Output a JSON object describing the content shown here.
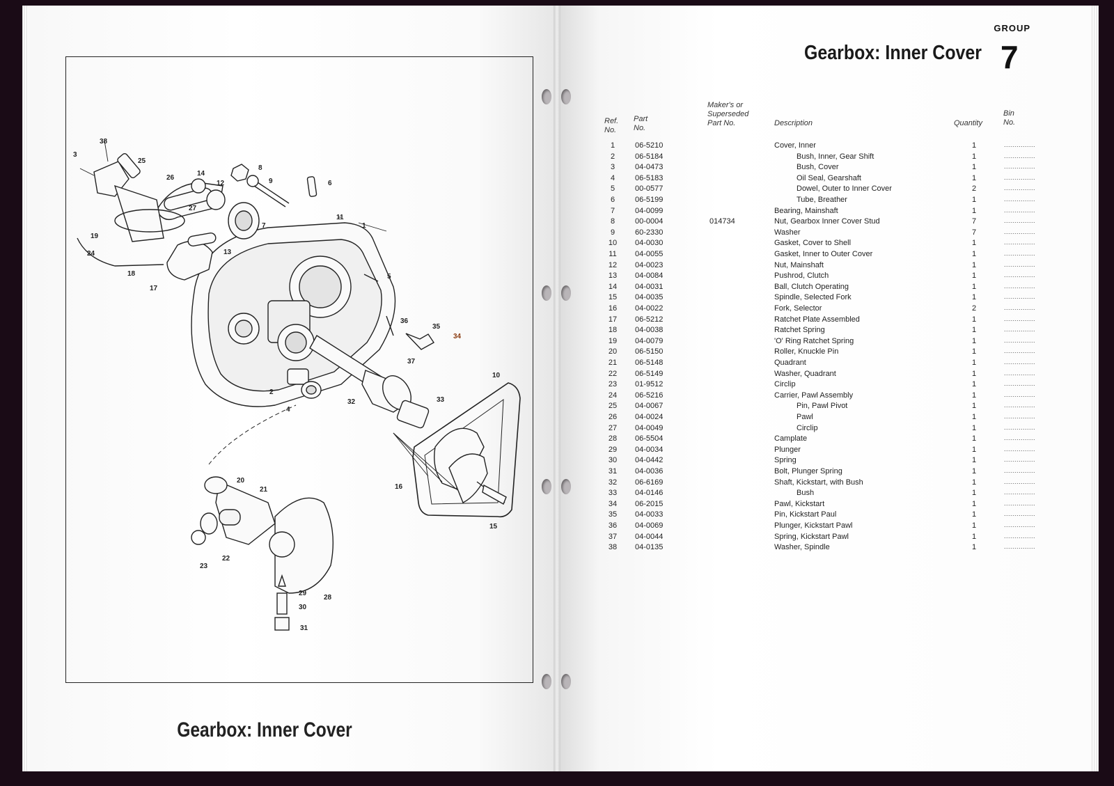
{
  "left_page": {
    "title": "Gearbox: Inner Cover",
    "callouts": [
      "1",
      "2",
      "3",
      "4",
      "5",
      "6",
      "7",
      "8",
      "9",
      "10",
      "11",
      "12",
      "13",
      "14",
      "15",
      "16",
      "17",
      "18",
      "19",
      "20",
      "21",
      "22",
      "23",
      "24",
      "25",
      "26",
      "27",
      "28",
      "29",
      "30",
      "31",
      "32",
      "33",
      "34",
      "35",
      "36",
      "37",
      "38"
    ]
  },
  "right_page": {
    "group_label": "GROUP",
    "group_number": "7",
    "title": "Gearbox: Inner Cover",
    "headers": {
      "ref": "Ref.\nNo.",
      "part": "Part\nNo.",
      "maker": "Maker's or\nSuperseded\nPart No.",
      "description": "Description",
      "quantity": "Quantity",
      "bin": "Bin\nNo."
    },
    "bin_placeholder": "...............",
    "rows": [
      {
        "ref": "1",
        "part": "06-5210",
        "maker": "",
        "description": "Cover, Inner",
        "indent": 0,
        "qty": "1"
      },
      {
        "ref": "2",
        "part": "06-5184",
        "maker": "",
        "description": "Bush, Inner, Gear Shift",
        "indent": 1,
        "qty": "1"
      },
      {
        "ref": "3",
        "part": "04-0473",
        "maker": "",
        "description": "Bush, Cover",
        "indent": 1,
        "qty": "1"
      },
      {
        "ref": "4",
        "part": "06-5183",
        "maker": "",
        "description": "Oil Seal, Gearshaft",
        "indent": 1,
        "qty": "1"
      },
      {
        "ref": "5",
        "part": "00-0577",
        "maker": "",
        "description": "Dowel, Outer to Inner Cover",
        "indent": 1,
        "qty": "2"
      },
      {
        "ref": "6",
        "part": "06-5199",
        "maker": "",
        "description": "Tube, Breather",
        "indent": 1,
        "qty": "1"
      },
      {
        "ref": "7",
        "part": "04-0099",
        "maker": "",
        "description": "Bearing, Mainshaft",
        "indent": 0,
        "qty": "1"
      },
      {
        "ref": "8",
        "part": "00-0004",
        "maker": "014734",
        "description": "Nut, Gearbox Inner Cover Stud",
        "indent": 0,
        "qty": "7"
      },
      {
        "ref": "9",
        "part": "60-2330",
        "maker": "",
        "description": "Washer",
        "indent": 0,
        "qty": "7"
      },
      {
        "ref": "10",
        "part": "04-0030",
        "maker": "",
        "description": "Gasket, Cover to Shell",
        "indent": 0,
        "qty": "1"
      },
      {
        "ref": "11",
        "part": "04-0055",
        "maker": "",
        "description": "Gasket, Inner to Outer Cover",
        "indent": 0,
        "qty": "1"
      },
      {
        "ref": "12",
        "part": "04-0023",
        "maker": "",
        "description": "Nut, Mainshaft",
        "indent": 0,
        "qty": "1"
      },
      {
        "ref": "13",
        "part": "04-0084",
        "maker": "",
        "description": "Pushrod, Clutch",
        "indent": 0,
        "qty": "1"
      },
      {
        "ref": "14",
        "part": "04-0031",
        "maker": "",
        "description": "Ball, Clutch Operating",
        "indent": 0,
        "qty": "1"
      },
      {
        "ref": "15",
        "part": "04-0035",
        "maker": "",
        "description": "Spindle, Selected Fork",
        "indent": 0,
        "qty": "1"
      },
      {
        "ref": "16",
        "part": "04-0022",
        "maker": "",
        "description": "Fork, Selector",
        "indent": 0,
        "qty": "2"
      },
      {
        "ref": "17",
        "part": "06-5212",
        "maker": "",
        "description": "Ratchet Plate Assembled",
        "indent": 0,
        "qty": "1"
      },
      {
        "ref": "18",
        "part": "04-0038",
        "maker": "",
        "description": "Ratchet Spring",
        "indent": 0,
        "qty": "1"
      },
      {
        "ref": "19",
        "part": "04-0079",
        "maker": "",
        "description": "'O' Ring Ratchet Spring",
        "indent": 0,
        "qty": "1"
      },
      {
        "ref": "20",
        "part": "06-5150",
        "maker": "",
        "description": "Roller, Knuckle Pin",
        "indent": 0,
        "qty": "1"
      },
      {
        "ref": "21",
        "part": "06-5148",
        "maker": "",
        "description": "Quadrant",
        "indent": 0,
        "qty": "1"
      },
      {
        "ref": "22",
        "part": "06-5149",
        "maker": "",
        "description": "Washer, Quadrant",
        "indent": 0,
        "qty": "1"
      },
      {
        "ref": "23",
        "part": "01-9512",
        "maker": "",
        "description": "Circlip",
        "indent": 0,
        "qty": "1"
      },
      {
        "ref": "24",
        "part": "06-5216",
        "maker": "",
        "description": "Carrier, Pawl Assembly",
        "indent": 0,
        "qty": "1"
      },
      {
        "ref": "25",
        "part": "04-0067",
        "maker": "",
        "description": "Pin, Pawl Pivot",
        "indent": 1,
        "qty": "1"
      },
      {
        "ref": "26",
        "part": "04-0024",
        "maker": "",
        "description": "Pawl",
        "indent": 1,
        "qty": "1"
      },
      {
        "ref": "27",
        "part": "04-0049",
        "maker": "",
        "description": "Circlip",
        "indent": 1,
        "qty": "1"
      },
      {
        "ref": "28",
        "part": "06-5504",
        "maker": "",
        "description": "Camplate",
        "indent": 0,
        "qty": "1"
      },
      {
        "ref": "29",
        "part": "04-0034",
        "maker": "",
        "description": "Plunger",
        "indent": 0,
        "qty": "1"
      },
      {
        "ref": "30",
        "part": "04-0442",
        "maker": "",
        "description": "Spring",
        "indent": 0,
        "qty": "1"
      },
      {
        "ref": "31",
        "part": "04-0036",
        "maker": "",
        "description": "Bolt, Plunger Spring",
        "indent": 0,
        "qty": "1"
      },
      {
        "ref": "32",
        "part": "06-6169",
        "maker": "",
        "description": "Shaft, Kickstart, with Bush",
        "indent": 0,
        "qty": "1"
      },
      {
        "ref": "33",
        "part": "04-0146",
        "maker": "",
        "description": "Bush",
        "indent": 1,
        "qty": "1"
      },
      {
        "ref": "34",
        "part": "06-2015",
        "maker": "",
        "description": "Pawl, Kickstart",
        "indent": 0,
        "qty": "1"
      },
      {
        "ref": "35",
        "part": "04-0033",
        "maker": "",
        "description": "Pin, Kickstart Paul",
        "indent": 0,
        "qty": "1"
      },
      {
        "ref": "36",
        "part": "04-0069",
        "maker": "",
        "description": "Plunger, Kickstart Pawl",
        "indent": 0,
        "qty": "1"
      },
      {
        "ref": "37",
        "part": "04-0044",
        "maker": "",
        "description": "Spring, Kickstart Pawl",
        "indent": 0,
        "qty": "1"
      },
      {
        "ref": "38",
        "part": "04-0135",
        "maker": "",
        "description": "Washer, Spindle",
        "indent": 0,
        "qty": "1"
      }
    ]
  },
  "colors": {
    "ink": "#222222",
    "paper": "#fdfdfd",
    "background": "#1a0b16",
    "accent_callout": "#8a3b10"
  }
}
